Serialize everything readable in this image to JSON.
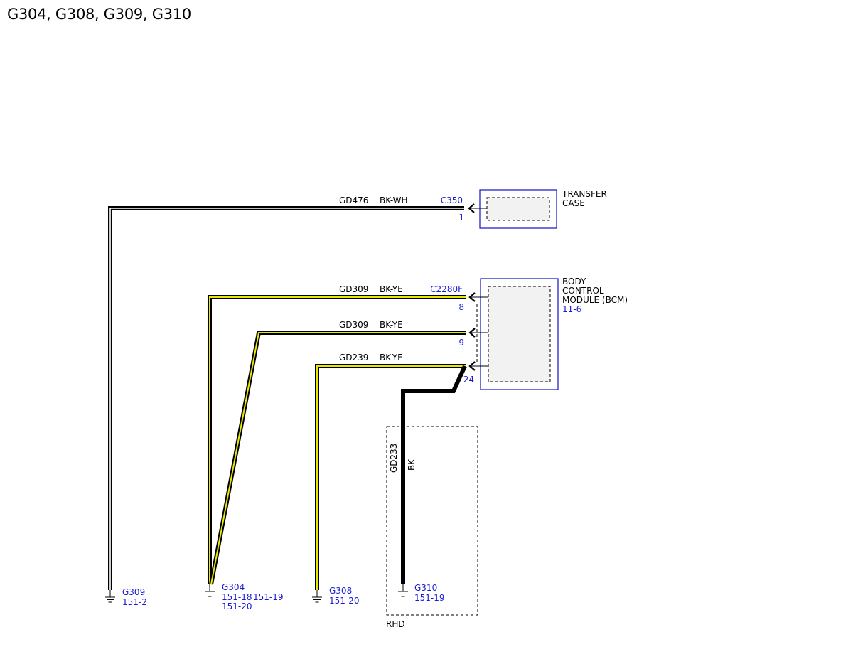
{
  "title": "G304, G308, G309, G310",
  "colors": {
    "link": "#1a1ad6",
    "wire_outline": "#000000",
    "wire_yellow": "#e8e800",
    "wire_white": "#ffffff",
    "module_fill": "#f2f2f2",
    "module_border": "#2222cc"
  },
  "components": {
    "transfer_case": {
      "name_lines": [
        "TRANSFER",
        "CASE"
      ]
    },
    "bcm": {
      "name_lines": [
        "BODY",
        "CONTROL",
        "MODULE (BCM)"
      ],
      "ref": "11-6"
    }
  },
  "connectors": {
    "c350": {
      "name": "C350",
      "pin": "1"
    },
    "c2280f": {
      "name": "C2280F",
      "pins": [
        "8",
        "9",
        "24"
      ]
    }
  },
  "wires": {
    "gd476": {
      "circuit": "GD476",
      "color": "BK-WH"
    },
    "gd309a": {
      "circuit": "GD309",
      "color": "BK-YE"
    },
    "gd309b": {
      "circuit": "GD309",
      "color": "BK-YE"
    },
    "gd239": {
      "circuit": "GD239",
      "color": "BK-YE"
    },
    "gd233": {
      "circuit": "GD233",
      "color": "BK"
    }
  },
  "grounds": {
    "g309": {
      "name": "G309",
      "refs": [
        "151-2"
      ]
    },
    "g304": {
      "name": "G304",
      "refs": [
        "151-18",
        "151-19",
        "151-20"
      ]
    },
    "g308": {
      "name": "G308",
      "refs": [
        "151-20"
      ]
    },
    "g310": {
      "name": "G310",
      "refs": [
        "151-19"
      ]
    }
  },
  "option_box": {
    "label": "RHD"
  }
}
